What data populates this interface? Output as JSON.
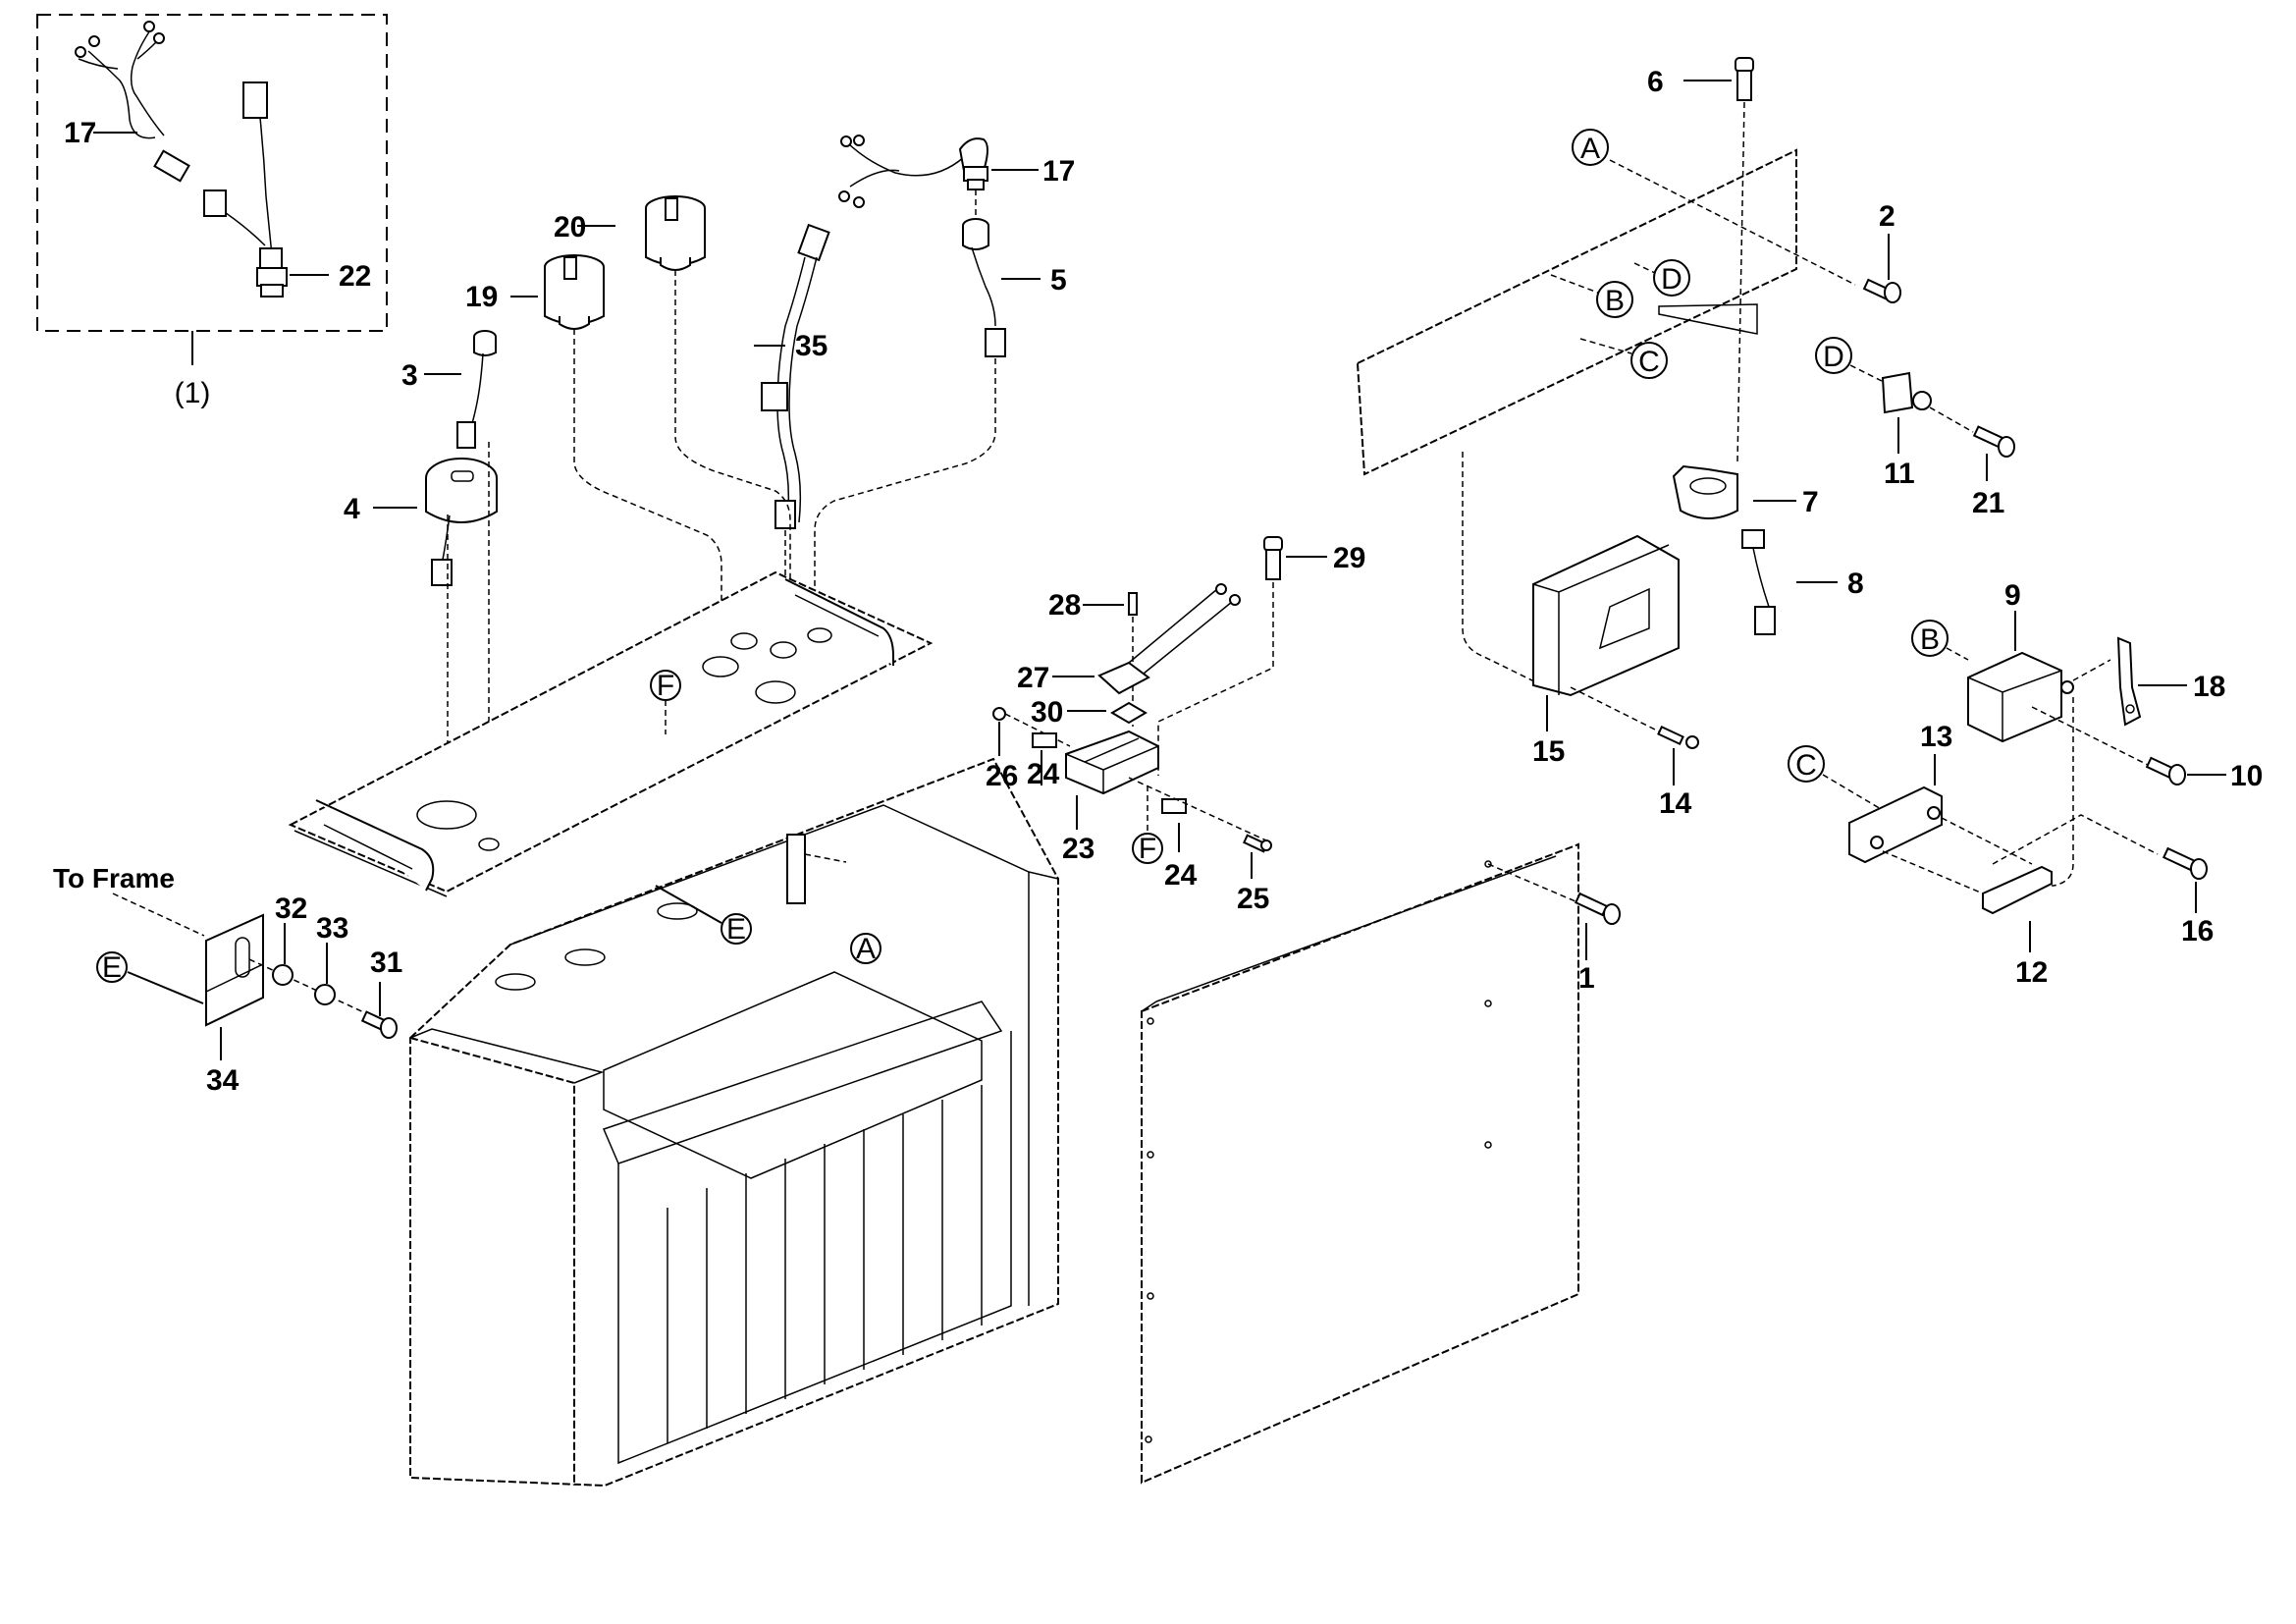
{
  "diagram": {
    "type": "exploded-parts-view",
    "kit_box": {
      "label": "(1)",
      "contains": [
        "17",
        "22"
      ]
    },
    "note_to_frame": "To Frame",
    "part_labels": {
      "p1": "1",
      "p2": "2",
      "p3": "3",
      "p4": "4",
      "p5": "5",
      "p6": "6",
      "p7": "7",
      "p8": "8",
      "p9": "9",
      "p10": "10",
      "p11": "11",
      "p12": "12",
      "p13": "13",
      "p14": "14",
      "p15": "15",
      "p16": "16",
      "p17a": "17",
      "p17b": "17",
      "p18": "18",
      "p19": "19",
      "p20": "20",
      "p21": "21",
      "p22": "22",
      "p23": "23",
      "p24a": "24",
      "p24b": "24",
      "p25": "25",
      "p26": "26",
      "p27": "27",
      "p28": "28",
      "p29": "29",
      "p30": "30",
      "p31": "31",
      "p32": "32",
      "p33": "33",
      "p34": "34",
      "p35": "35"
    },
    "reference_callouts": {
      "A_panel": "A",
      "A_box": "A",
      "B_panel": "B",
      "B_relay": "B",
      "C_panel": "C",
      "C_breaker": "C",
      "D_panel": "D",
      "D_nut": "D",
      "E_bracket": "E",
      "E_box": "E",
      "F_top": "F",
      "F_terminal": "F"
    }
  }
}
